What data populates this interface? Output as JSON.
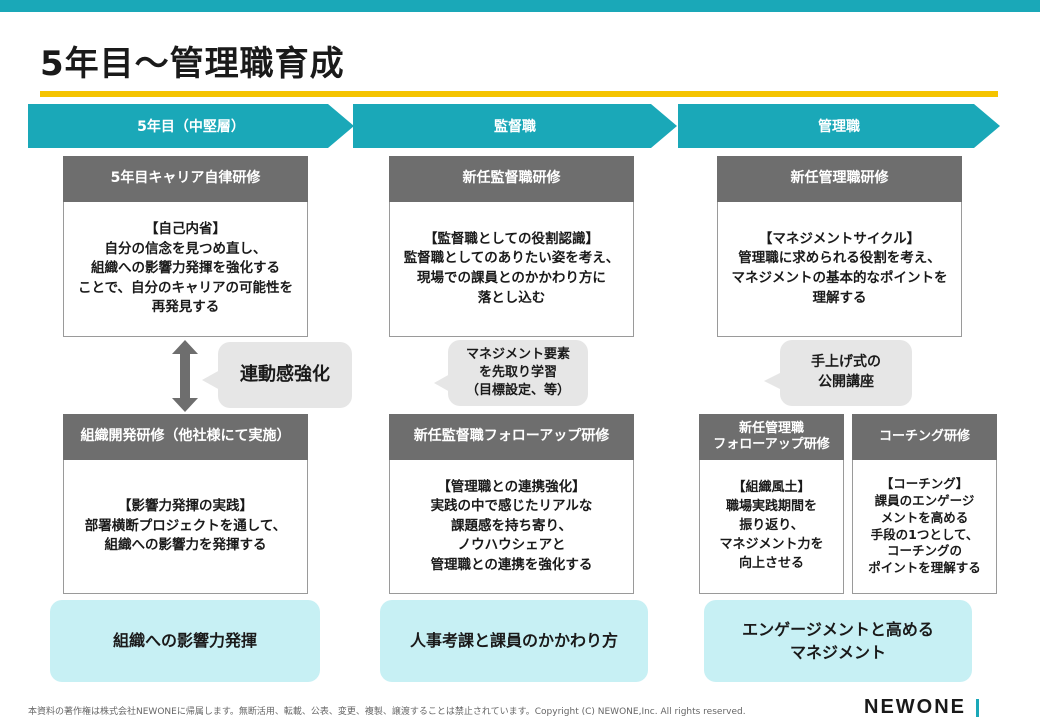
{
  "title": "5年目〜管理職育成",
  "phases": [
    {
      "label": "5年目（中堅層）"
    },
    {
      "label": "監督職"
    },
    {
      "label": "管理職"
    }
  ],
  "programs": {
    "career": {
      "head": "5年目キャリア自律研修",
      "body": "【自己内省】\n自分の信念を見つめ直し、\n組織への影響力発揮を強化する\nことで、自分のキャリアの可能性を\n再発見する"
    },
    "new_supervisor": {
      "head": "新任監督職研修",
      "body": "【監督職としての役割認識】\n監督職としてのありたい姿を考え、\n現場での課員とのかかわり方に\n落とし込む"
    },
    "new_manager": {
      "head": "新任管理職研修",
      "body": "【マネジメントサイクル】\n管理職に求められる役割を考え、\nマネジメントの基本的なポイントを\n理解する"
    },
    "org_dev": {
      "head": "組織開発研修（他社様にて実施）",
      "body": "【影響力発揮の実践】\n部署横断プロジェクトを通して、\n組織への影響力を発揮する"
    },
    "supervisor_followup": {
      "head": "新任監督職フォローアップ研修",
      "body": "【管理職との連携強化】\n実践の中で感じたリアルな\n課題感を持ち寄り、\nノウハウシェアと\n管理職との連携を強化する"
    },
    "manager_followup": {
      "head": "新任管理職\nフォローアップ研修",
      "body": "【組織風土】\n職場実践期間を\n振り返り、\nマネジメント力を\n向上させる"
    },
    "coaching": {
      "head": "コーチング研修",
      "body": "【コーチング】\n課員のエンゲージ\nメントを高める\n手段の1つとして、\nコーチングの\nポイントを理解する"
    }
  },
  "bubbles": {
    "linkage": "連動感強化",
    "management_elements": "マネジメント要素\nを先取り学習\n（目標設定、等）",
    "open_course": "手上げ式の\n公開講座"
  },
  "outcomes": [
    {
      "label": "組織への影響力発揮"
    },
    {
      "label": "人事考課と課員のかかわり方"
    },
    {
      "label": "エンゲージメントと高める\nマネジメント"
    }
  ],
  "footer": {
    "copyright": "本資料の著作権は株式会社NEWONEに帰属します。無断活用、転載、公表、変更、複製、譲渡することは禁止されています。Copyright (C) NEWONE,Inc.  All rights reserved.",
    "logo_text": "NEWONE"
  },
  "colors": {
    "teal": "#1aa8b8",
    "yellow": "#f5c400",
    "gray_header": "#6e6e6e",
    "outcome_bg": "#c7f0f4",
    "bubble_bg": "#e6e6e6"
  }
}
